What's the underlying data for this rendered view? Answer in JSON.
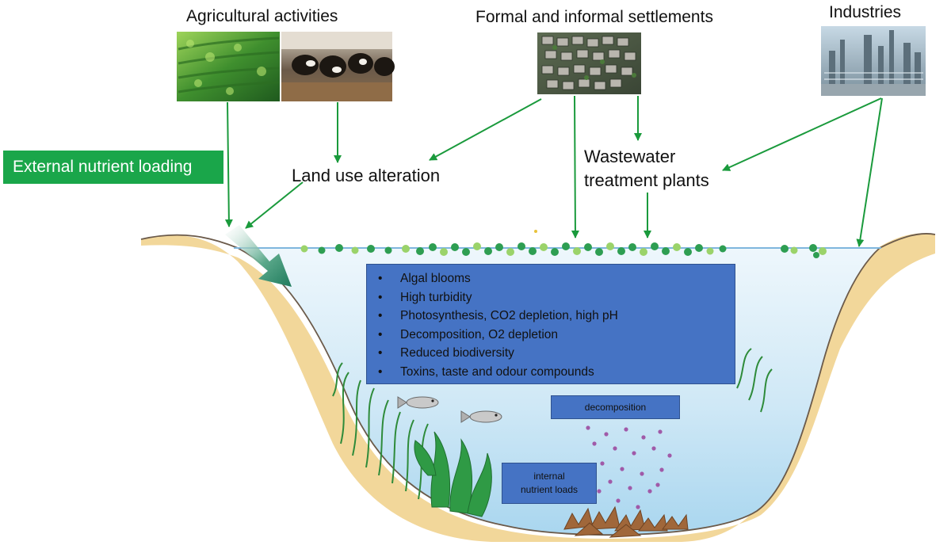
{
  "sources": {
    "agriculture": "Agricultural activities",
    "settlements": "Formal and informal settlements",
    "industries": "Industries"
  },
  "external_loading": "External nutrient loading",
  "land_use": "Land use alteration",
  "wastewater": {
    "line1": "Wastewater",
    "line2": "treatment plants"
  },
  "effects": [
    "Algal blooms",
    "High turbidity",
    "Photosynthesis, CO2 depletion, high pH",
    "Decomposition, O2 depletion",
    "Reduced biodiversity",
    "Toxins, taste and odour compounds"
  ],
  "bullet": "•",
  "decomposition": "decomposition",
  "internal_loads": {
    "line1": "internal",
    "line2": "nutrient loads"
  },
  "colors": {
    "arrow": "#1a9a3c",
    "water": "#d6ecf8",
    "sediment": "#f2d79a",
    "box": "#4573c4",
    "label_box": "#1aa64a"
  },
  "icons": [
    "crop-field-photo",
    "dairy-cows-photo",
    "settlement-aerial-photo",
    "industrial-plant-photo",
    "fish-icon",
    "aquatic-plant-icon",
    "algae-dot-icon",
    "leaf-litter-icon"
  ]
}
